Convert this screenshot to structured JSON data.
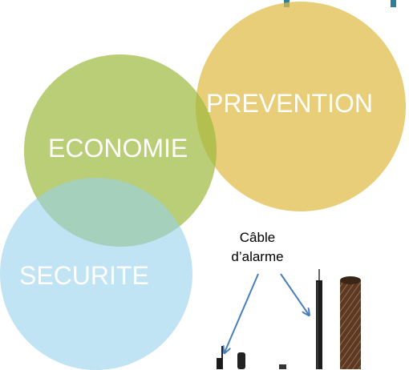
{
  "circles": {
    "prevention": "PREVENTION",
    "economie": "ECONOMIE",
    "securite": "SECURITE"
  },
  "cable": {
    "line1": "Câble",
    "line2": "d’alarme"
  },
  "colors": {
    "prevention": "#E1BB46",
    "economie": "#9BB93C",
    "securite": "#96D2EB",
    "arrow": "#4A7EBB",
    "accent_bar": "#2F7F9B"
  },
  "icons": [
    "arrow-icon",
    "cable-photo"
  ]
}
